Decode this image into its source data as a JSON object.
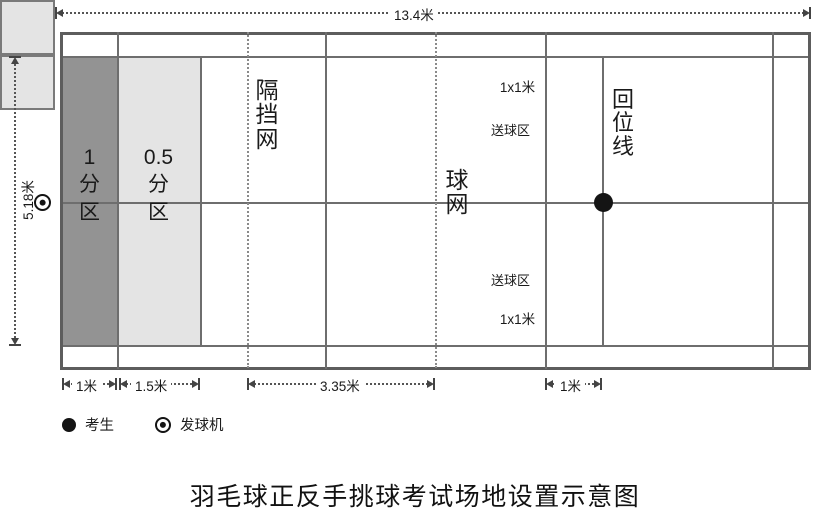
{
  "caption": "羽毛球正反手挑球考试场地设置示意图",
  "dimensions": {
    "court_length": "13.4米",
    "court_width": "5.18米",
    "zone_one_point": "1米",
    "zone_half_point": "1.5米",
    "mid_span": "3.35米",
    "return_span": "1米"
  },
  "court": {
    "scoring_zones": [
      {
        "name": "one-point-zone",
        "value": "1",
        "label_lines": [
          "1",
          "分",
          "区"
        ],
        "fill": "#939393"
      },
      {
        "name": "half-point-zone",
        "value": "0.5",
        "label_lines": [
          "0.5",
          "分",
          "区"
        ],
        "fill": "#e4e4e4"
      }
    ],
    "barrier_net": {
      "lines": [
        "隔",
        "挡",
        "网"
      ],
      "text": "隔挡网"
    },
    "main_net": {
      "lines": [
        "球",
        "网"
      ],
      "text": "球网"
    },
    "return_line": {
      "lines": [
        "回",
        "位",
        "线"
      ],
      "text": "回位线"
    },
    "delivery_zones": [
      {
        "name": "delivery-zone-top",
        "box_label": "1x1米",
        "caption": "送球区"
      },
      {
        "name": "delivery-zone-bottom",
        "box_label": "1x1米",
        "caption": "送球区"
      }
    ]
  },
  "legend": [
    {
      "marker": "solid-dot",
      "label": "考生"
    },
    {
      "marker": "ring-dot",
      "label": "发球机"
    }
  ],
  "colors": {
    "line": "#6e6e6e",
    "line_dark": "#5d5d5d",
    "dotted": "#8a8a8a",
    "zone_dark": "#939393",
    "zone_light": "#e4e4e4",
    "marker": "#141414"
  }
}
